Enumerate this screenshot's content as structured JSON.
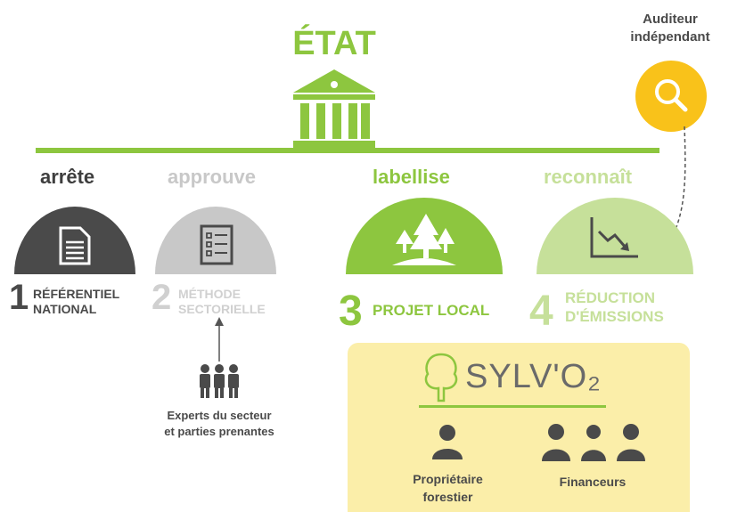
{
  "title": "ÉTAT",
  "auditor": {
    "line1": "Auditeur",
    "line2": "indépendant",
    "icon": "magnifier-icon"
  },
  "colors": {
    "green": "#8dc63f",
    "light_green": "#c6e09a",
    "dark": "#4a4a4a",
    "light_gray": "#c8c8c8",
    "yellow": "#f9c21a",
    "box": "#fbeea9"
  },
  "steps": [
    {
      "verb": "arrête",
      "number": "1",
      "line1": "RÉFÉRENTIEL",
      "line2": "NATIONAL",
      "icon": "document-icon"
    },
    {
      "verb": "approuve",
      "number": "2",
      "line1": "MÉTHODE",
      "line2": "SECTORIELLE",
      "icon": "checklist-icon"
    },
    {
      "verb": "labellise",
      "number": "3",
      "line1": "PROJET LOCAL",
      "line2": "",
      "icon": "forest-icon"
    },
    {
      "verb": "reconnaît",
      "number": "4",
      "line1": "RÉDUCTION",
      "line2": "D'ÉMISSIONS",
      "icon": "declining-chart-icon"
    }
  ],
  "experts": {
    "line1": "Experts du secteur",
    "line2": "et parties prenantes",
    "icon": "people-group-icon"
  },
  "sylvo": {
    "logo_text": "SYLV'O₂",
    "owner": {
      "line1": "Propriétaire",
      "line2": "forestier",
      "icon": "person-icon"
    },
    "funders": {
      "label": "Financeurs",
      "icon": "people-icon"
    }
  }
}
